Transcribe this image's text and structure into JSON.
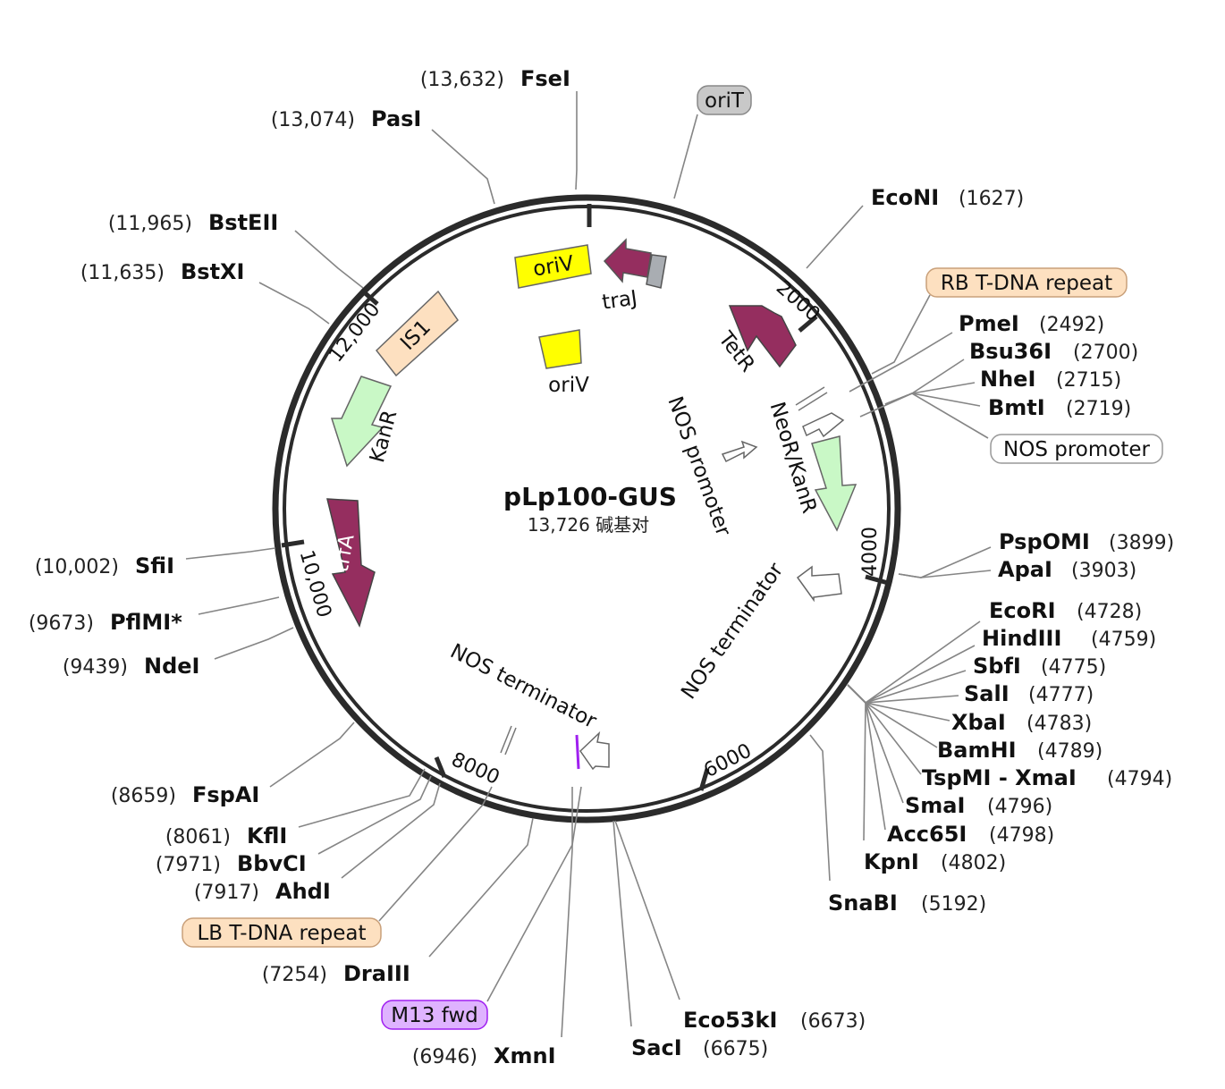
{
  "plasmid": {
    "name": "pLp100-GUS",
    "size_label": "13,726 碱基对"
  },
  "ticks": [
    "2000",
    "4000",
    "6000",
    "8000",
    "10,000",
    "12,000"
  ],
  "enzymes": [
    {
      "name": "FseI",
      "pos": "(13,632)"
    },
    {
      "name": "PasI",
      "pos": "(13,074)"
    },
    {
      "name": "BstEII",
      "pos": "(11,965)"
    },
    {
      "name": "BstXI",
      "pos": "(11,635)"
    },
    {
      "name": "SfiI",
      "pos": "(10,002)"
    },
    {
      "name": "PflMI*",
      "pos": "(9673)"
    },
    {
      "name": "NdeI",
      "pos": "(9439)"
    },
    {
      "name": "FspAI",
      "pos": "(8659)"
    },
    {
      "name": "KflI",
      "pos": "(8061)"
    },
    {
      "name": "BbvCI",
      "pos": "(7971)"
    },
    {
      "name": "AhdI",
      "pos": "(7917)"
    },
    {
      "name": "DraIII",
      "pos": "(7254)"
    },
    {
      "name": "XmnI",
      "pos": "(6946)"
    },
    {
      "name": "EcoNI",
      "pos": "(1627)"
    },
    {
      "name": "PmeI",
      "pos": "(2492)"
    },
    {
      "name": "Bsu36I",
      "pos": "(2700)"
    },
    {
      "name": "NheI",
      "pos": "(2715)"
    },
    {
      "name": "BmtI",
      "pos": "(2719)"
    },
    {
      "name": "PspOMI",
      "pos": "(3899)"
    },
    {
      "name": "ApaI",
      "pos": "(3903)"
    },
    {
      "name": "EcoRI",
      "pos": "(4728)"
    },
    {
      "name": "HindIII",
      "pos": "(4759)"
    },
    {
      "name": "SbfI",
      "pos": "(4775)"
    },
    {
      "name": "SalI",
      "pos": "(4777)"
    },
    {
      "name": "XbaI",
      "pos": "(4783)"
    },
    {
      "name": "BamHI",
      "pos": "(4789)"
    },
    {
      "name": "TspMI - XmaI",
      "pos": "(4794)"
    },
    {
      "name": "SmaI",
      "pos": "(4796)"
    },
    {
      "name": "Acc65I",
      "pos": "(4798)"
    },
    {
      "name": "KpnI",
      "pos": "(4802)"
    },
    {
      "name": "SnaBI",
      "pos": "(5192)"
    },
    {
      "name": "Eco53kI",
      "pos": "(6673)"
    },
    {
      "name": "SacI",
      "pos": "(6675)"
    }
  ],
  "boxed_labels": [
    "oriT",
    "RB T-DNA repeat",
    "NOS promoter",
    "LB T-DNA repeat",
    "M13 fwd"
  ],
  "features": {
    "oriV_a": "oriV",
    "oriV_b": "oriV",
    "traJ": "traJ",
    "TetR": "TetR",
    "IS1": "IS1",
    "KanR": "KanR",
    "trfA": "trfA",
    "NeoR_KanR": "NeoR/KanR",
    "NOS_promoter": "NOS promoter",
    "NOS_terminator_a": "NOS terminator",
    "NOS_terminator_b": "NOS terminator"
  },
  "colors": {
    "backbone": "#2b2b2b",
    "maroon": "#952e5f",
    "yellow": "#ffff00",
    "green": "#c9f8c6",
    "peach": "#fde0c0",
    "gray_box": "#c8c8c8",
    "purple": "#dfb3ff"
  }
}
